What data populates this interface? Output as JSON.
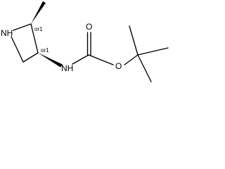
{
  "molecule": {
    "atoms": {
      "azetidine_nitrogen": "NH",
      "carbamate_nitrogen": "NH",
      "carbonyl_oxygen": "O",
      "ester_oxygen": "O"
    },
    "stereo_labels": {
      "c2": "or1",
      "c3": "or1"
    }
  }
}
